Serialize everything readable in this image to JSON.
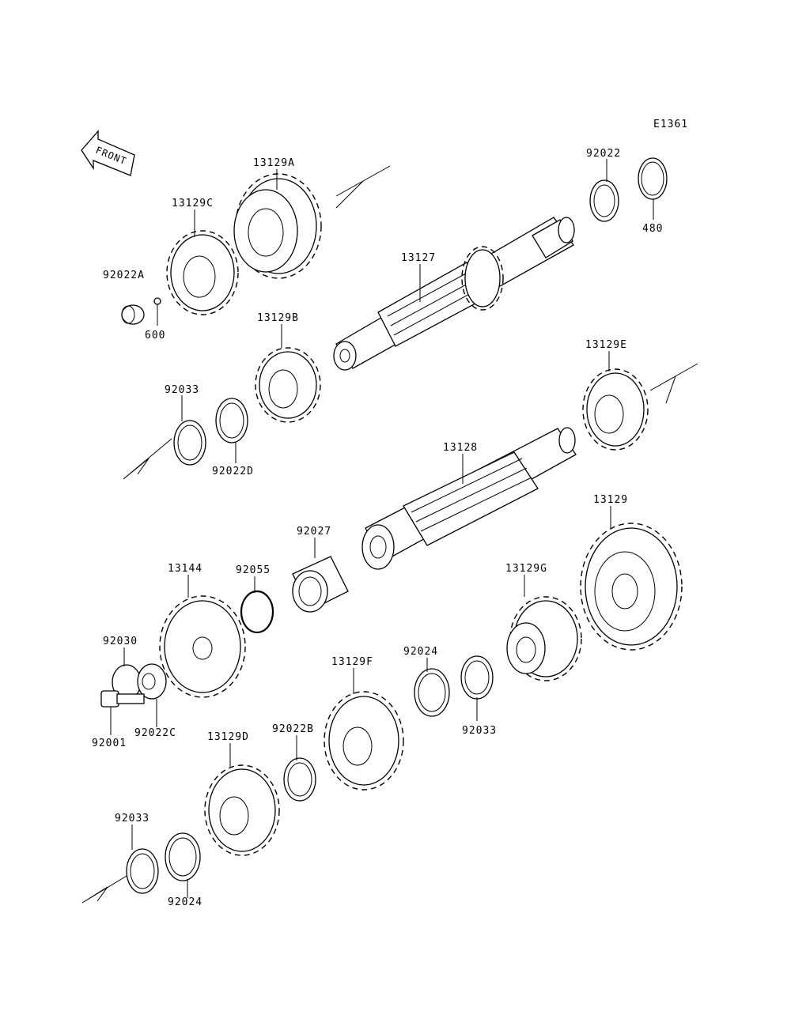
{
  "diagram_id": "E1361",
  "front_label": "FRONT",
  "parts": {
    "p13129A": "13129A",
    "p13129C": "13129C",
    "p92022A": "92022A",
    "p600": "600",
    "p13127": "13127",
    "p92022_top": "92022",
    "p480": "480",
    "p13129B": "13129B",
    "p92033_a": "92033",
    "p92022D": "92022D",
    "p13129E": "13129E",
    "p13128": "13128",
    "p92027": "92027",
    "p13129": "13129",
    "p13144": "13144",
    "p92055": "92055",
    "p13129G": "13129G",
    "p92030": "92030",
    "p92024_a": "92024",
    "p13129F": "13129F",
    "p92033_b": "92033",
    "p92001": "92001",
    "p92022C": "92022C",
    "p13129D": "13129D",
    "p92022B": "92022B",
    "p92033_c": "92033",
    "p92024_b": "92024"
  }
}
